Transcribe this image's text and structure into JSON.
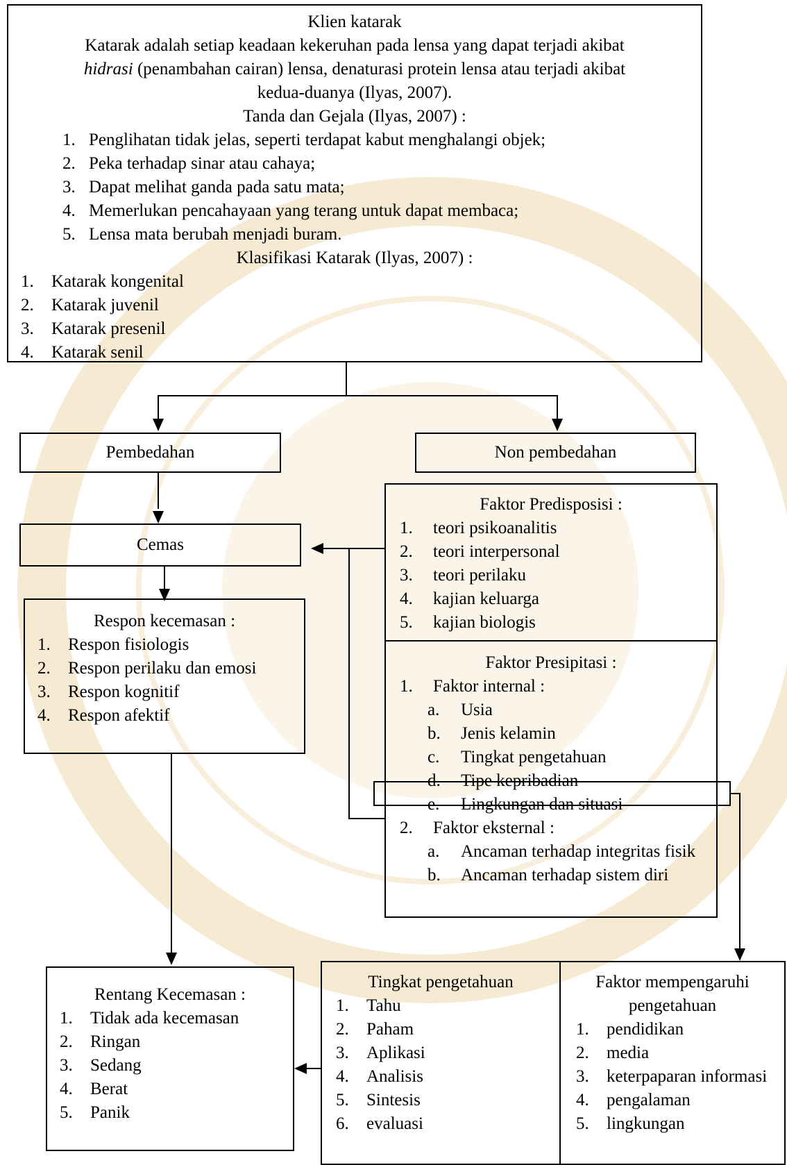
{
  "klien": {
    "title": "Klien katarak",
    "def_line1": "Katarak adalah setiap keadaan kekeruhan pada lensa yang dapat terjadi akibat",
    "def_italic": "hidrasi",
    "def_line2_rest": " (penambahan cairan) lensa, denaturasi protein lensa atau terjadi akibat",
    "def_line3": "kedua-duanya (Ilyas, 2007).",
    "tanda_title": "Tanda dan Gejala (Ilyas, 2007) :",
    "tanda_items": [
      {
        "num": "1.",
        "text": "Penglihatan tidak jelas, seperti terdapat kabut menghalangi objek;"
      },
      {
        "num": "2.",
        "text": "Peka terhadap sinar atau cahaya;"
      },
      {
        "num": "3.",
        "text": "Dapat melihat ganda pada satu mata;"
      },
      {
        "num": "4.",
        "text": "Memerlukan pencahayaan yang terang untuk dapat membaca;"
      },
      {
        "num": "5.",
        "text": "Lensa mata berubah menjadi buram."
      }
    ],
    "klasifikasi_title": "Klasifikasi Katarak (Ilyas, 2007) :",
    "klasifikasi_items": [
      {
        "num": "1.",
        "text": "Katarak kongenital"
      },
      {
        "num": "2.",
        "text": "Katarak juvenil"
      },
      {
        "num": "3.",
        "text": "Katarak presenil"
      },
      {
        "num": "4.",
        "text": "Katarak senil"
      }
    ]
  },
  "pembedahan": "Pembedahan",
  "non_pembedahan": "Non pembedahan",
  "cemas": "Cemas",
  "respon": {
    "title": "Respon kecemasan :",
    "items": [
      {
        "num": "1.",
        "text": "Respon fisiologis"
      },
      {
        "num": "2.",
        "text": "Respon perilaku dan emosi"
      },
      {
        "num": "3.",
        "text": "Respon kognitif"
      },
      {
        "num": "4.",
        "text": "Respon afektif"
      }
    ]
  },
  "predisposisi": {
    "title": "Faktor Predisposisi :",
    "items": [
      {
        "num": "1.",
        "text": "teori psikoanalitis"
      },
      {
        "num": "2.",
        "text": "teori interpersonal"
      },
      {
        "num": "3.",
        "text": "teori perilaku"
      },
      {
        "num": "4.",
        "text": "kajian keluarga"
      },
      {
        "num": "5.",
        "text": "kajian biologis"
      }
    ]
  },
  "presipitasi": {
    "title": "Faktor Presipitasi :",
    "internal": {
      "num": "1.",
      "text": "Faktor internal :"
    },
    "internal_items": [
      {
        "num": "a.",
        "text": "Usia"
      },
      {
        "num": "b.",
        "text": "Jenis kelamin"
      },
      {
        "num": "c.",
        "text": "Tingkat pengetahuan"
      },
      {
        "num": "d.",
        "text": "Tipe kepribadian"
      },
      {
        "num": "e.",
        "text": "Lingkungan dan situasi"
      }
    ],
    "eksternal": {
      "num": "2.",
      "text": "Faktor eksternal :"
    },
    "eksternal_items": [
      {
        "num": "a.",
        "text": "Ancaman terhadap integritas fisik"
      },
      {
        "num": "b.",
        "text": "Ancaman terhadap sistem diri"
      }
    ]
  },
  "rentang": {
    "title": "Rentang Kecemasan :",
    "items": [
      {
        "num": "1.",
        "text": "Tidak ada kecemasan"
      },
      {
        "num": "2.",
        "text": "Ringan"
      },
      {
        "num": "3.",
        "text": "Sedang"
      },
      {
        "num": "4.",
        "text": "Berat"
      },
      {
        "num": "5.",
        "text": "Panik"
      }
    ]
  },
  "tingkat": {
    "title": "Tingkat pengetahuan",
    "items": [
      {
        "num": "1.",
        "text": "Tahu"
      },
      {
        "num": "2.",
        "text": "Paham"
      },
      {
        "num": "3.",
        "text": "Aplikasi"
      },
      {
        "num": "4.",
        "text": "Analisis"
      },
      {
        "num": "5.",
        "text": "Sintesis"
      },
      {
        "num": "6.",
        "text": "evaluasi"
      }
    ]
  },
  "faktor_pengetahuan": {
    "title": "Faktor mempengaruhi pengetahuan",
    "items": [
      {
        "num": "1.",
        "text": "pendidikan"
      },
      {
        "num": "2.",
        "text": "media"
      },
      {
        "num": "3.",
        "text": "keterpaparan informasi"
      },
      {
        "num": "4.",
        "text": "pengalaman"
      },
      {
        "num": "5.",
        "text": "lingkungan"
      }
    ]
  },
  "colors": {
    "watermark": "#f4e6c8",
    "line": "#000000"
  }
}
